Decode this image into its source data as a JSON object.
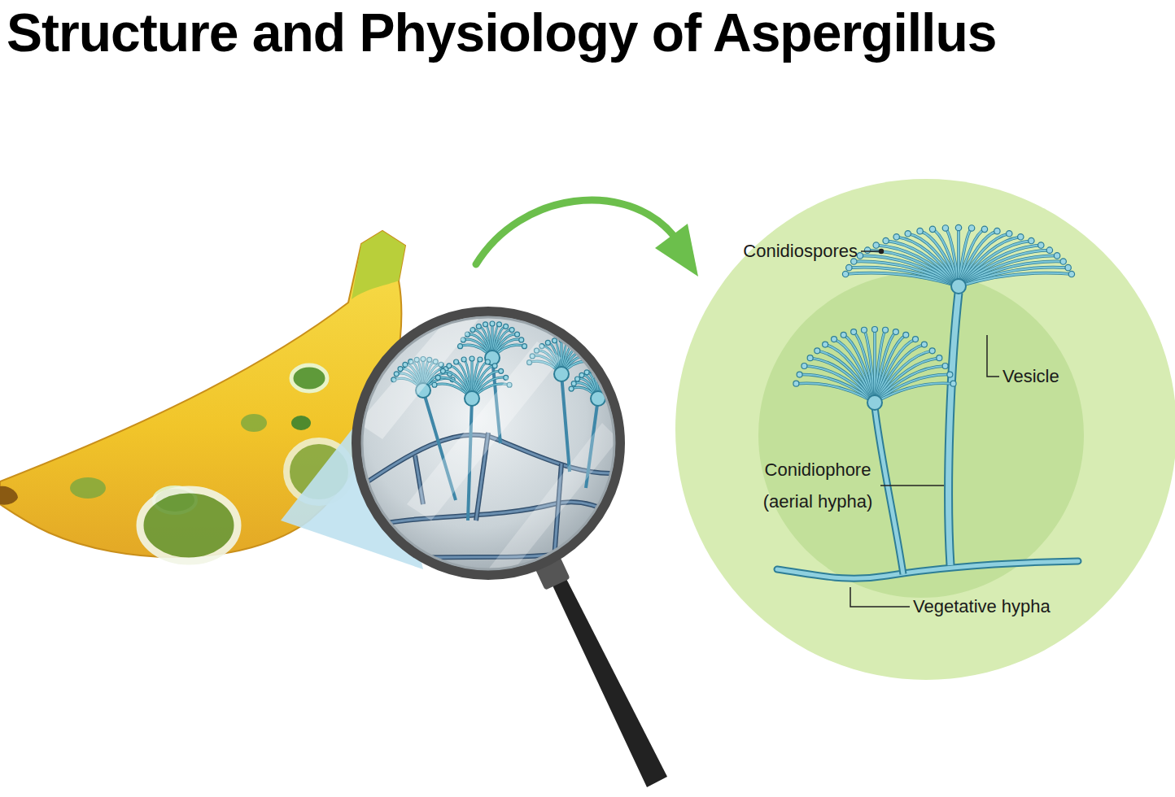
{
  "diagram": {
    "title": "Structure and Physiology of Aspergillus",
    "labels": [
      "Conidiospores",
      "Vesicle",
      "Conidiophore (aerial hypha)",
      "Vegetative hypha"
    ]
  }
}
